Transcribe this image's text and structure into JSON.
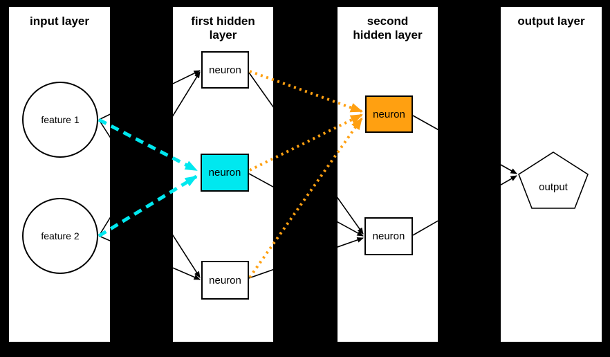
{
  "colors": {
    "background": "#000000",
    "panel": "#ffffff",
    "highlight_cyan": "#00e8ef",
    "highlight_orange": "#ffa011",
    "edge_black": "#000000"
  },
  "layers": [
    {
      "id": "input-layer",
      "title_lines": [
        "input layer",
        ""
      ]
    },
    {
      "id": "first-hidden-layer",
      "title_lines": [
        "first hidden",
        "layer"
      ]
    },
    {
      "id": "second-hidden-layer",
      "title_lines": [
        "second",
        "hidden layer"
      ]
    },
    {
      "id": "output-layer",
      "title_lines": [
        "output layer",
        ""
      ]
    }
  ],
  "nodes": {
    "feature1": {
      "label": "feature 1",
      "shape": "circle"
    },
    "feature2": {
      "label": "feature 2",
      "shape": "circle"
    },
    "hidden1_top": {
      "label": "neuron",
      "shape": "rect",
      "fill": "#ffffff"
    },
    "hidden1_mid": {
      "label": "neuron",
      "shape": "rect",
      "fill": "#00e8ef"
    },
    "hidden1_bot": {
      "label": "neuron",
      "shape": "rect",
      "fill": "#ffffff"
    },
    "hidden2_top": {
      "label": "neuron",
      "shape": "rect",
      "fill": "#ffa011"
    },
    "hidden2_bot": {
      "label": "neuron",
      "shape": "rect",
      "fill": "#ffffff"
    },
    "output": {
      "label": "output",
      "shape": "pentagon"
    }
  },
  "edges": [
    {
      "from": "feature1",
      "to": "hidden1_top",
      "style": "solid-black"
    },
    {
      "from": "feature1",
      "to": "hidden1_mid",
      "style": "dashed-cyan"
    },
    {
      "from": "feature1",
      "to": "hidden1_bot",
      "style": "solid-black"
    },
    {
      "from": "feature2",
      "to": "hidden1_top",
      "style": "solid-black"
    },
    {
      "from": "feature2",
      "to": "hidden1_mid",
      "style": "dashed-cyan"
    },
    {
      "from": "feature2",
      "to": "hidden1_bot",
      "style": "solid-black"
    },
    {
      "from": "hidden1_top",
      "to": "hidden2_top",
      "style": "dotted-orange"
    },
    {
      "from": "hidden1_mid",
      "to": "hidden2_top",
      "style": "dotted-orange"
    },
    {
      "from": "hidden1_bot",
      "to": "hidden2_top",
      "style": "dotted-orange"
    },
    {
      "from": "hidden1_top",
      "to": "hidden2_bot",
      "style": "solid-black"
    },
    {
      "from": "hidden1_mid",
      "to": "hidden2_bot",
      "style": "solid-black"
    },
    {
      "from": "hidden1_bot",
      "to": "hidden2_bot",
      "style": "solid-black"
    },
    {
      "from": "hidden2_top",
      "to": "output",
      "style": "solid-black"
    },
    {
      "from": "hidden2_bot",
      "to": "output",
      "style": "solid-black"
    }
  ]
}
